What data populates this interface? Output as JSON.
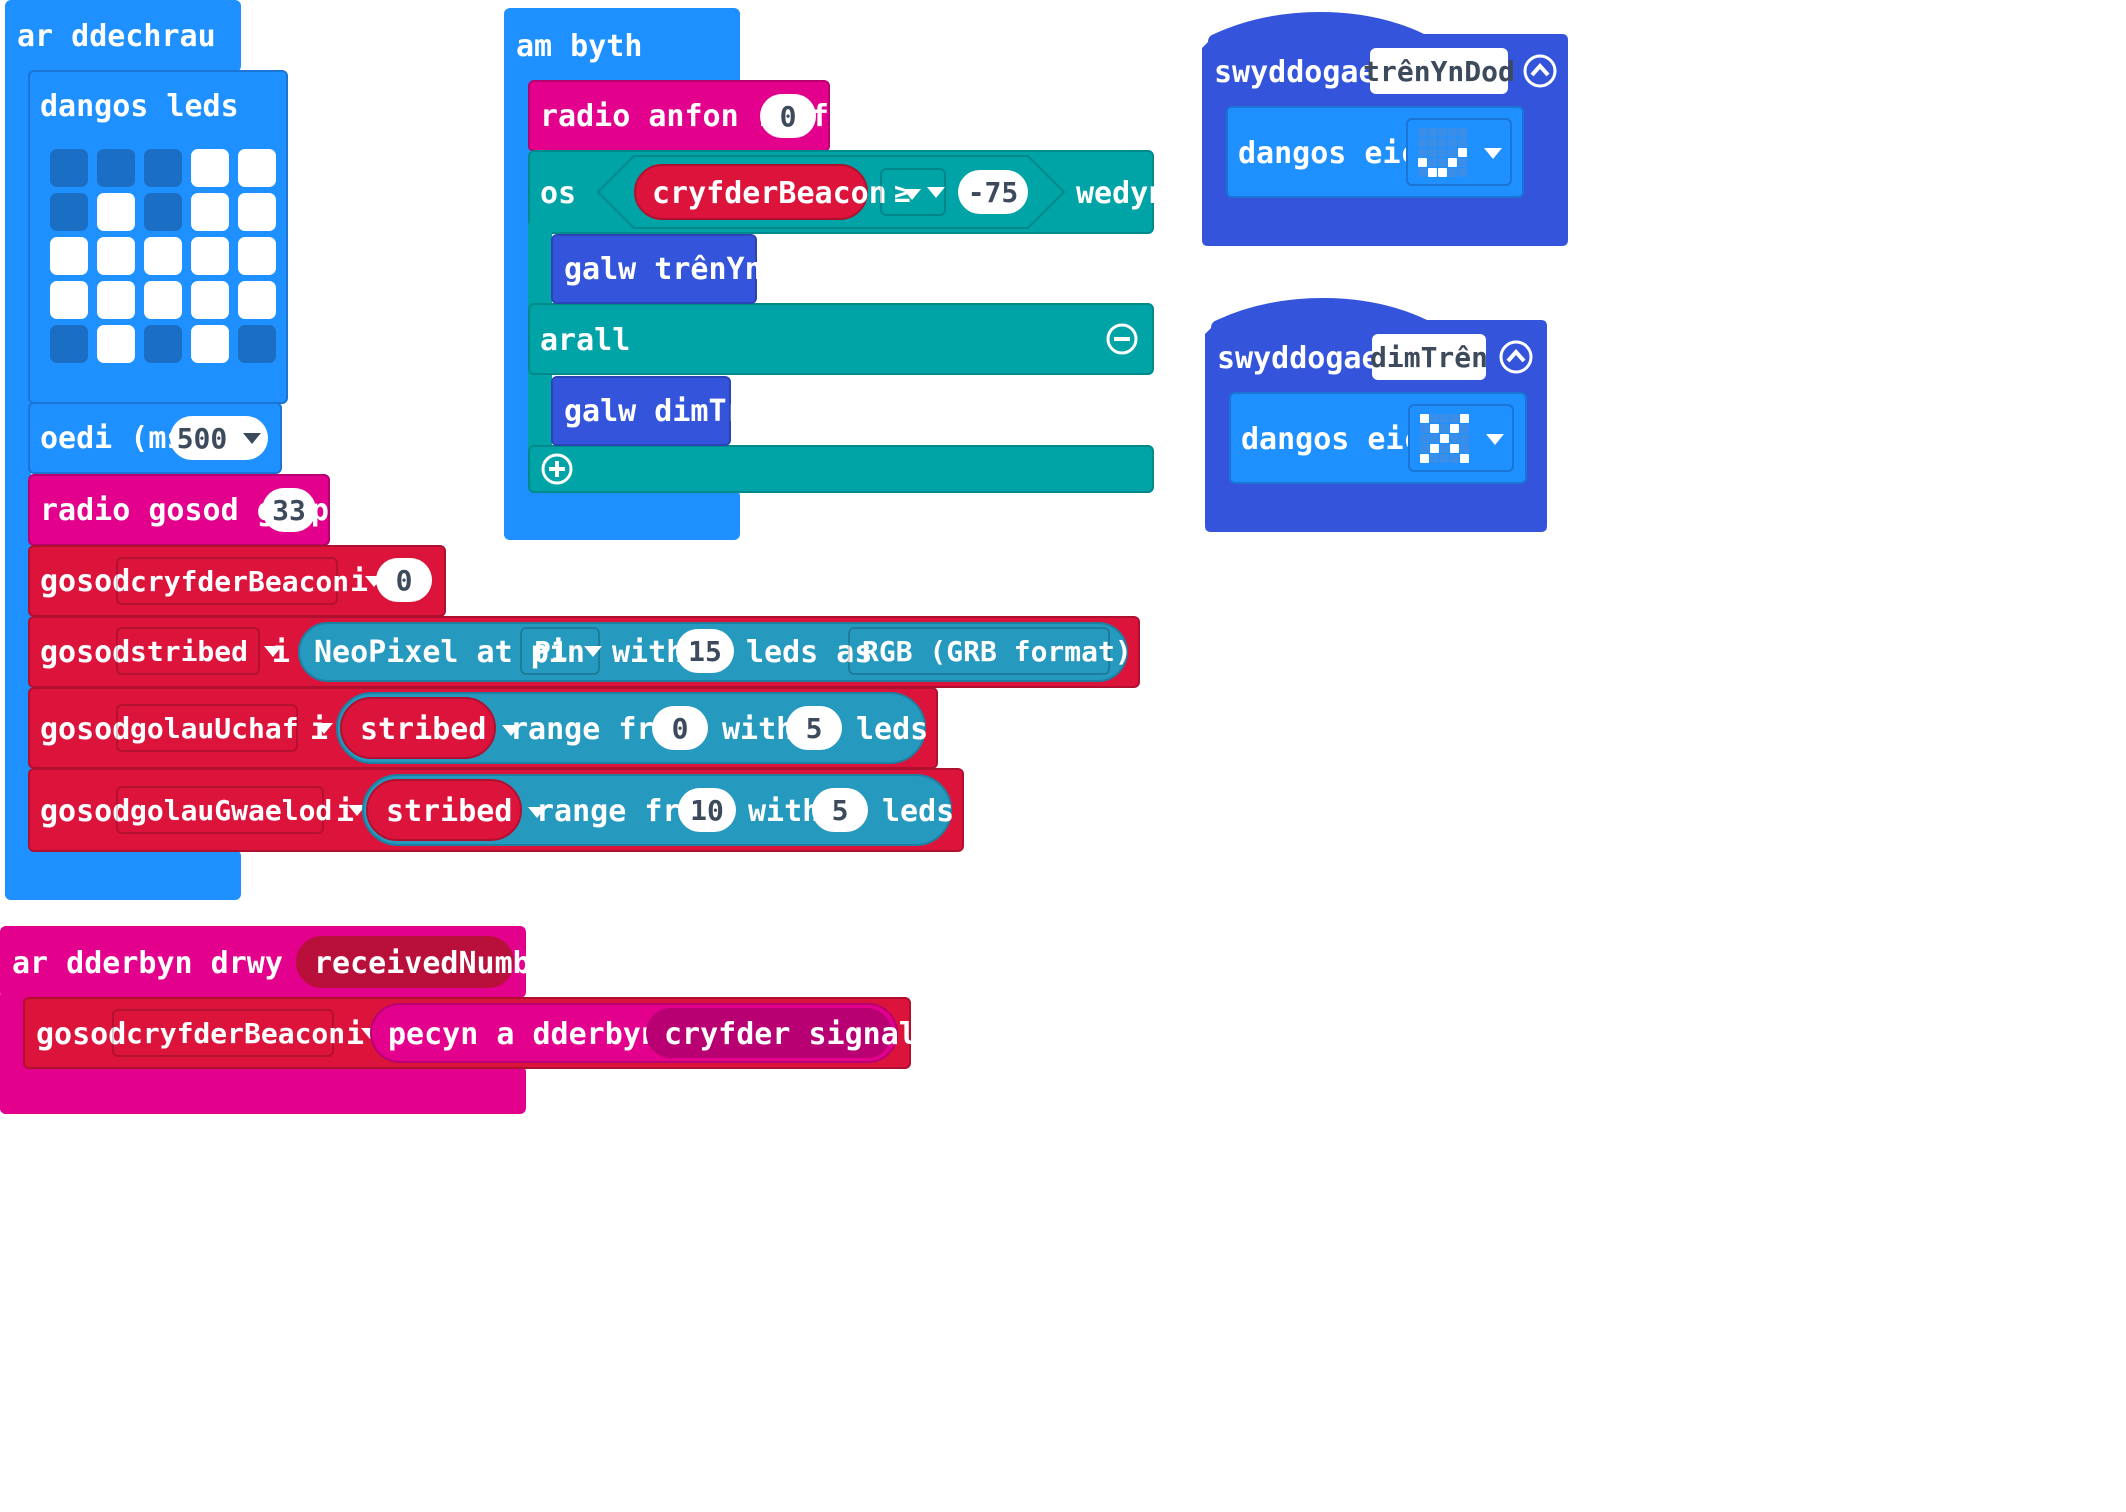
{
  "colors": {
    "basic": "#1e90ff",
    "basic_dark": "#1a75d4",
    "radio": "#e3008c",
    "variables": "#dc143c",
    "logic": "#00a4a6",
    "functions": "#3455db",
    "neopixel": "#2699bf"
  },
  "on_start": {
    "label": "ar ddechrau",
    "show_leds_label": "dangos leds",
    "leds": [
      [
        0,
        0,
        0,
        1,
        1
      ],
      [
        0,
        1,
        0,
        1,
        1
      ],
      [
        1,
        1,
        1,
        1,
        1
      ],
      [
        1,
        1,
        1,
        1,
        1
      ],
      [
        0,
        1,
        0,
        1,
        0
      ]
    ],
    "pause_label": "oedi (ms)",
    "pause_value": "500",
    "radio_group_label": "radio gosod grŵp",
    "radio_group_value": "33",
    "set_label": "gosod",
    "to_label": "i",
    "set1_var": "cryfderBeacon",
    "set1_value": "0",
    "set2_var": "stribed",
    "neopixel_label": "NeoPixel at pin",
    "neopixel_pin": "P1",
    "with_label": "with",
    "neopixel_count": "15",
    "leds_as_label": "leds as",
    "neopixel_mode": "RGB (GRB format)",
    "set3_var": "golauUchaf",
    "range_var": "stribed",
    "range_from_label": "range from",
    "range1_from": "0",
    "range1_count": "5",
    "leds_label": "leds",
    "set4_var": "golauGwaelod",
    "range2_from": "10",
    "range2_count": "5"
  },
  "forever": {
    "label": "am byth",
    "radio_send_label": "radio anfon rhif",
    "radio_send_value": "0",
    "if_label": "os",
    "cond_var": "cryfderBeacon",
    "cond_op": "≥",
    "cond_value": "-75",
    "then_label": "wedyn",
    "call1": "galw trênYnDod",
    "else_label": "arall",
    "call2": "galw dimTrên"
  },
  "func1": {
    "label": "swyddogaeth",
    "name": "trênYnDod",
    "show_icon_label": "dangos eicon",
    "icon": [
      [
        0,
        0,
        0,
        0,
        0
      ],
      [
        0,
        0,
        0,
        0,
        0
      ],
      [
        0,
        0,
        0,
        0,
        1
      ],
      [
        1,
        0,
        0,
        1,
        0
      ],
      [
        0,
        1,
        1,
        0,
        0
      ]
    ]
  },
  "func2": {
    "label": "swyddogaeth",
    "name": "dimTrên",
    "show_icon_label": "dangos eicon",
    "icon": [
      [
        1,
        0,
        0,
        0,
        1
      ],
      [
        0,
        1,
        0,
        1,
        0
      ],
      [
        0,
        0,
        1,
        0,
        0
      ],
      [
        0,
        1,
        0,
        1,
        0
      ],
      [
        1,
        0,
        0,
        0,
        1
      ]
    ]
  },
  "on_received": {
    "label": "ar dderbyn drwy radio",
    "param": "receivedNumber",
    "set_label": "gosod",
    "var": "cryfderBeacon",
    "to_label": "i",
    "packet_label": "pecyn a dderbyniwyd",
    "packet_prop": "cryfder signal"
  }
}
